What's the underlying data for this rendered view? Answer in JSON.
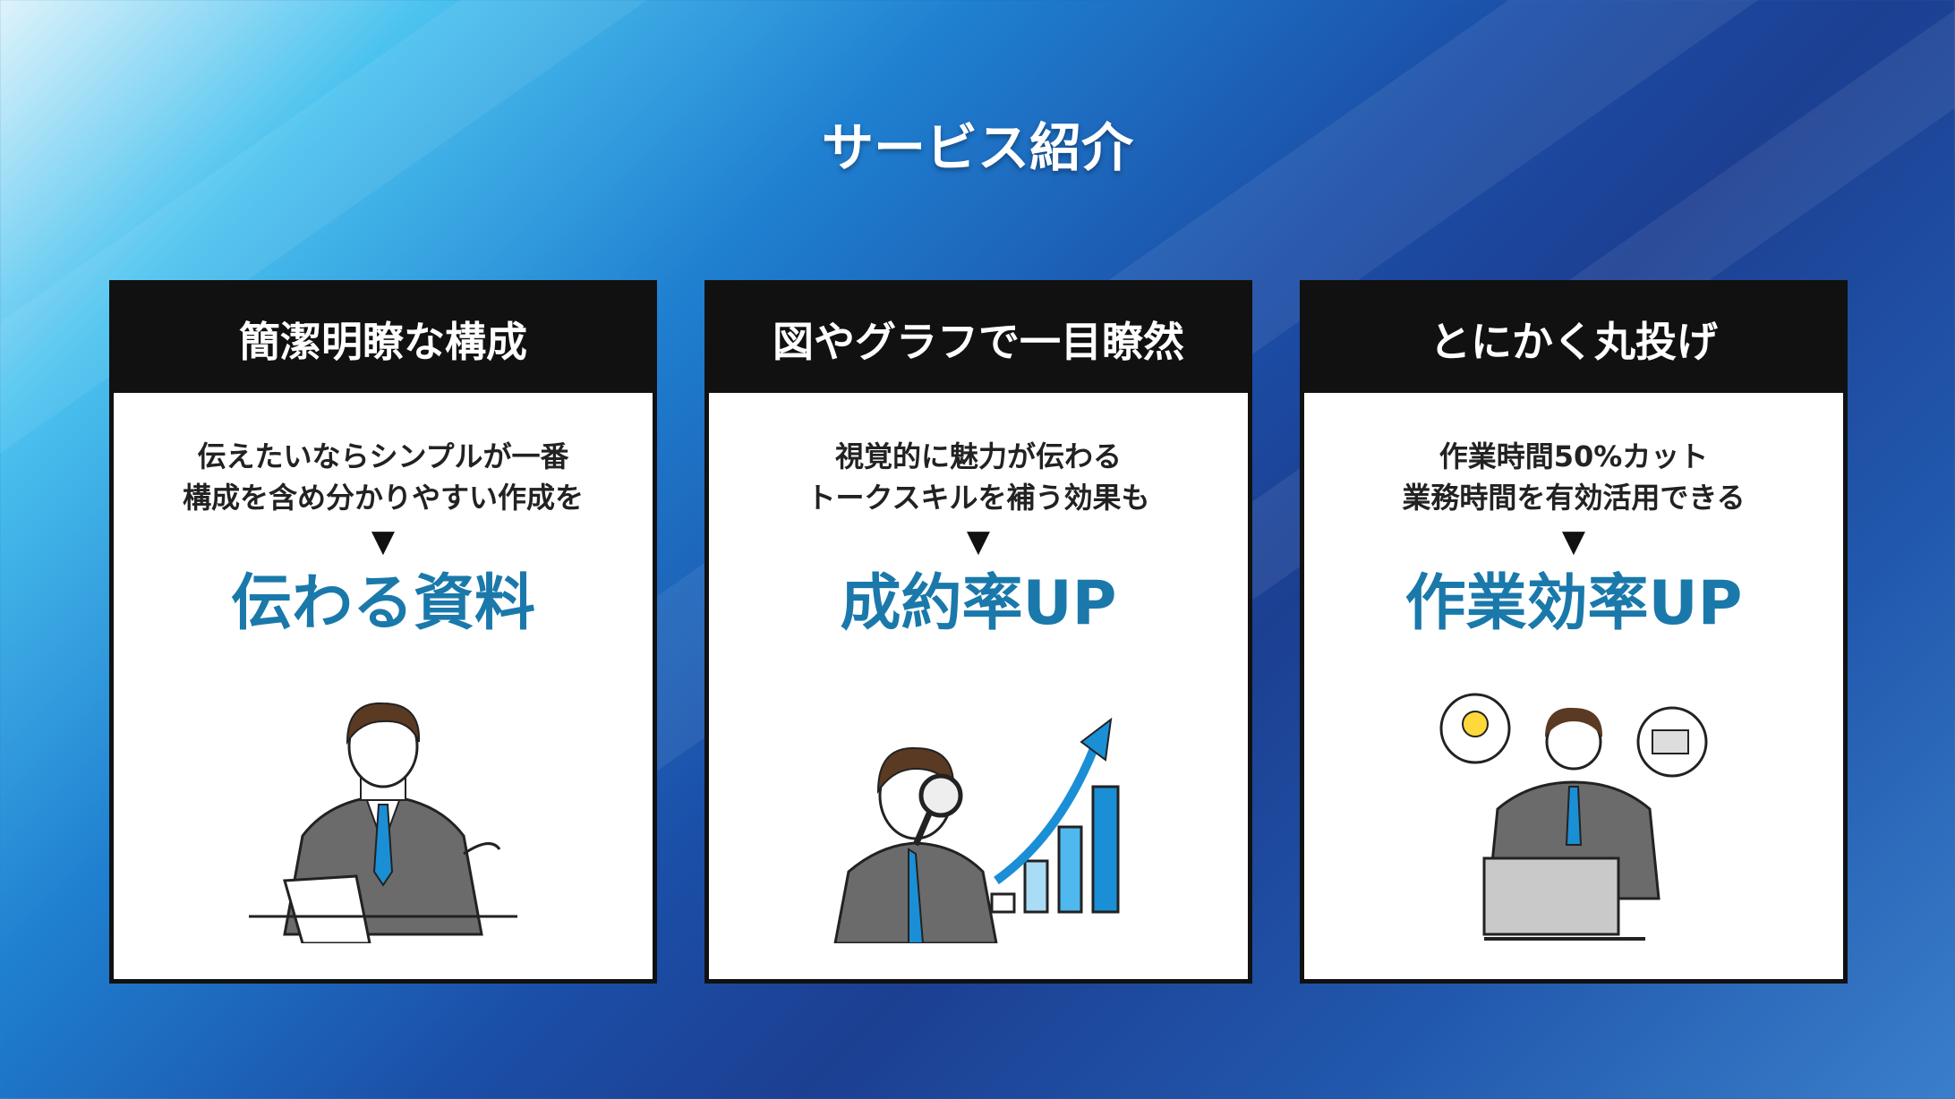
{
  "title": "サービス紹介",
  "cards": [
    {
      "heading": "簡潔明瞭な構成",
      "line1": "伝えたいならシンプルが一番",
      "line2": "構成を含め分かりやすい作成を",
      "arrow": "▼",
      "result": "伝わる資料"
    },
    {
      "heading": "図やグラフで一目瞭然",
      "line1": "視覚的に魅力が伝わる",
      "line2": "トークスキルを補う効果も",
      "arrow": "▼",
      "result": "成約率UP"
    },
    {
      "heading": "とにかく丸投げ",
      "line1": "作業時間50%カット",
      "line2": "業務時間を有効活用できる",
      "arrow": "▼",
      "result": "作業効率UP"
    }
  ],
  "colors": {
    "accent": "#1a79aa",
    "header": "#111111"
  }
}
